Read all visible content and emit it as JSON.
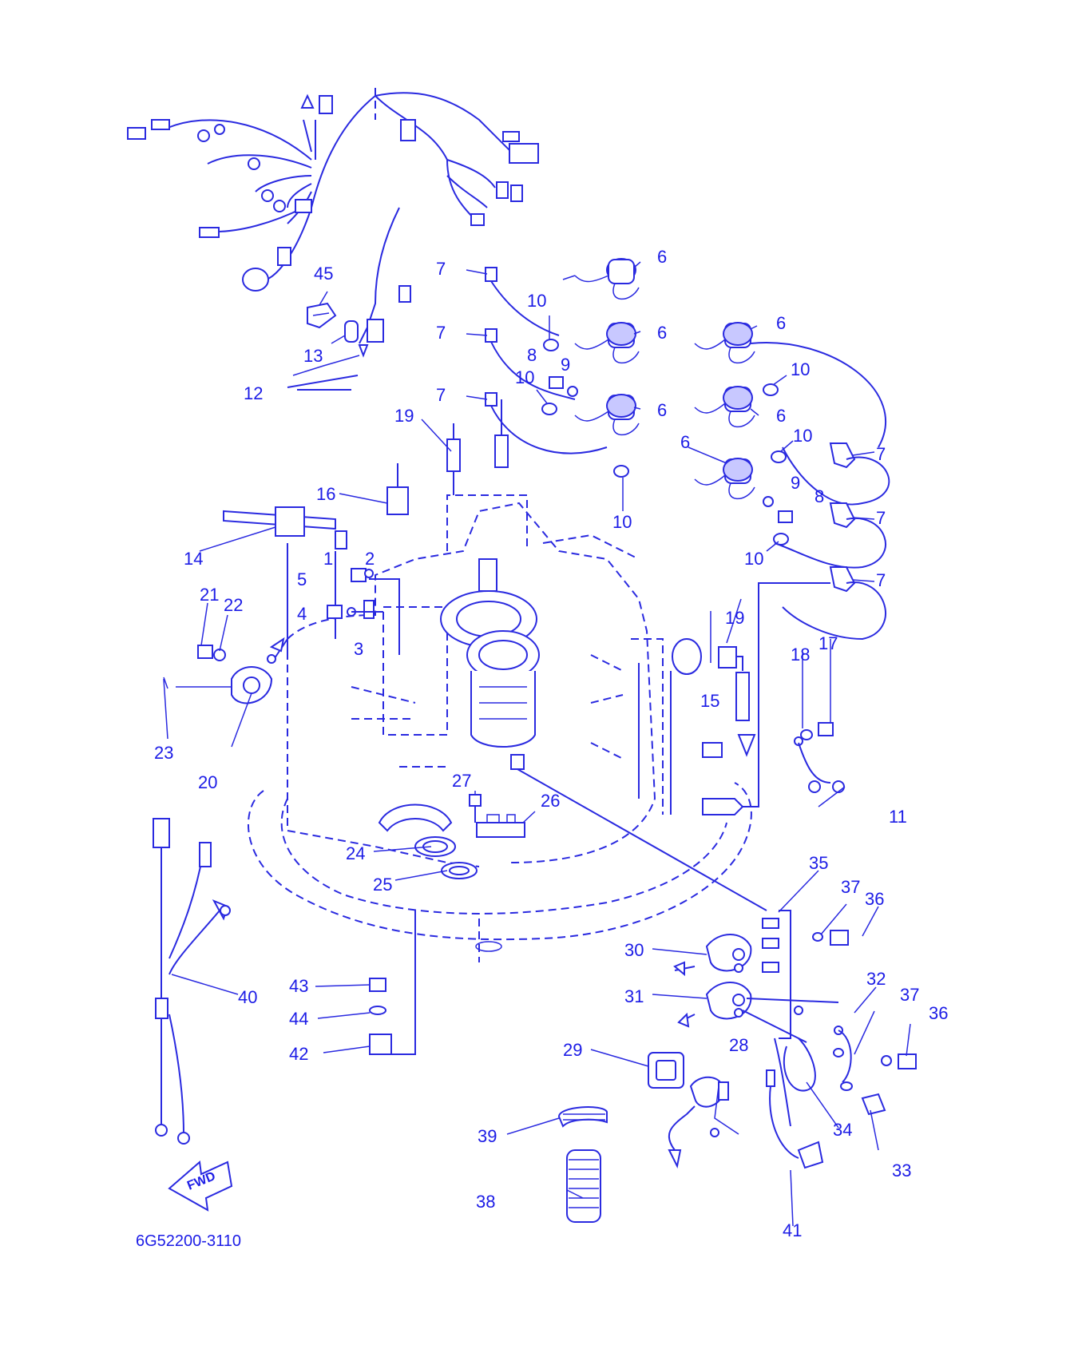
{
  "diagram": {
    "code": "6G52200-3110",
    "direction_label": "FWD",
    "line_color": "#2a2ae0",
    "background": "#ffffff",
    "callouts": [
      "1",
      "2",
      "3",
      "4",
      "5",
      "6",
      "6",
      "6",
      "6",
      "6",
      "6",
      "7",
      "7",
      "7",
      "7",
      "7",
      "7",
      "8",
      "8",
      "9",
      "9",
      "10",
      "10",
      "10",
      "10",
      "10",
      "10",
      "11",
      "12",
      "13",
      "14",
      "15",
      "16",
      "17",
      "18",
      "19",
      "19",
      "20",
      "21",
      "22",
      "23",
      "24",
      "25",
      "26",
      "27",
      "28",
      "29",
      "30",
      "31",
      "32",
      "33",
      "34",
      "35",
      "36",
      "36",
      "37",
      "37",
      "38",
      "39",
      "40",
      "41",
      "42",
      "43",
      "44",
      "45"
    ]
  }
}
